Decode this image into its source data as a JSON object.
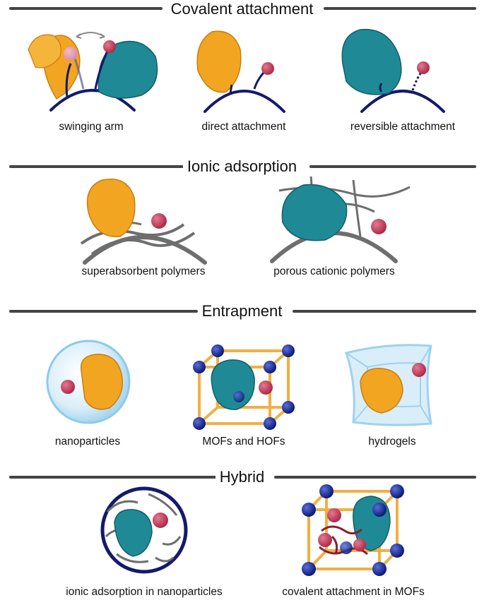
{
  "sections": [
    {
      "title": "Covalent attachment",
      "captions": [
        "swinging arm",
        "direct attachment",
        "reversible attachment"
      ]
    },
    {
      "title": "Ionic adsorption",
      "captions": [
        "superabsorbent polymers",
        "porous cationic polymers"
      ]
    },
    {
      "title": "Entrapment",
      "captions": [
        "nanoparticles",
        "MOFs and HOFs",
        "hydrogels"
      ]
    },
    {
      "title": "Hybrid",
      "captions": [
        "ionic adsorption in nanoparticles",
        "covalent attachment in MOFs"
      ]
    }
  ],
  "colors": {
    "enzyme_orange": "#f2a521",
    "enzyme_teal": "#1f8a95",
    "cofactor_red": "#c83c5a",
    "support_navy": "#141a6b",
    "polymer_gray": "#6e6e6e",
    "framework_orange": "#f0b040",
    "framework_node_blue": "#10208a",
    "hydrogel_blue": "#9ed2ec"
  }
}
